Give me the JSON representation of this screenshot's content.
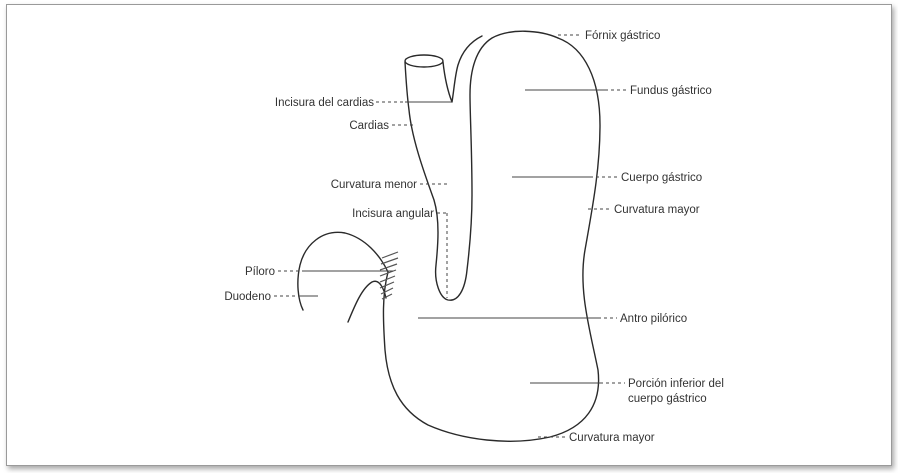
{
  "diagram": {
    "labels": {
      "fornix": "Fórnix gástrico",
      "fundus": "Fundus gástrico",
      "incisura_cardias": "Incisura del cardias",
      "cardias": "Cardias",
      "curvatura_menor": "Curvatura menor",
      "cuerpo": "Cuerpo gástrico",
      "curvatura_mayor_upper": "Curvatura mayor",
      "incisura_angular": "Incisura angular",
      "piloro": "Píloro",
      "duodeno": "Duodeno",
      "antro": "Antro pilórico",
      "porcion_inferior_line1": "Porción inferior del",
      "porcion_inferior_line2": "cuerpo gástrico",
      "curvatura_mayor_lower": "Curvatura mayor"
    }
  }
}
